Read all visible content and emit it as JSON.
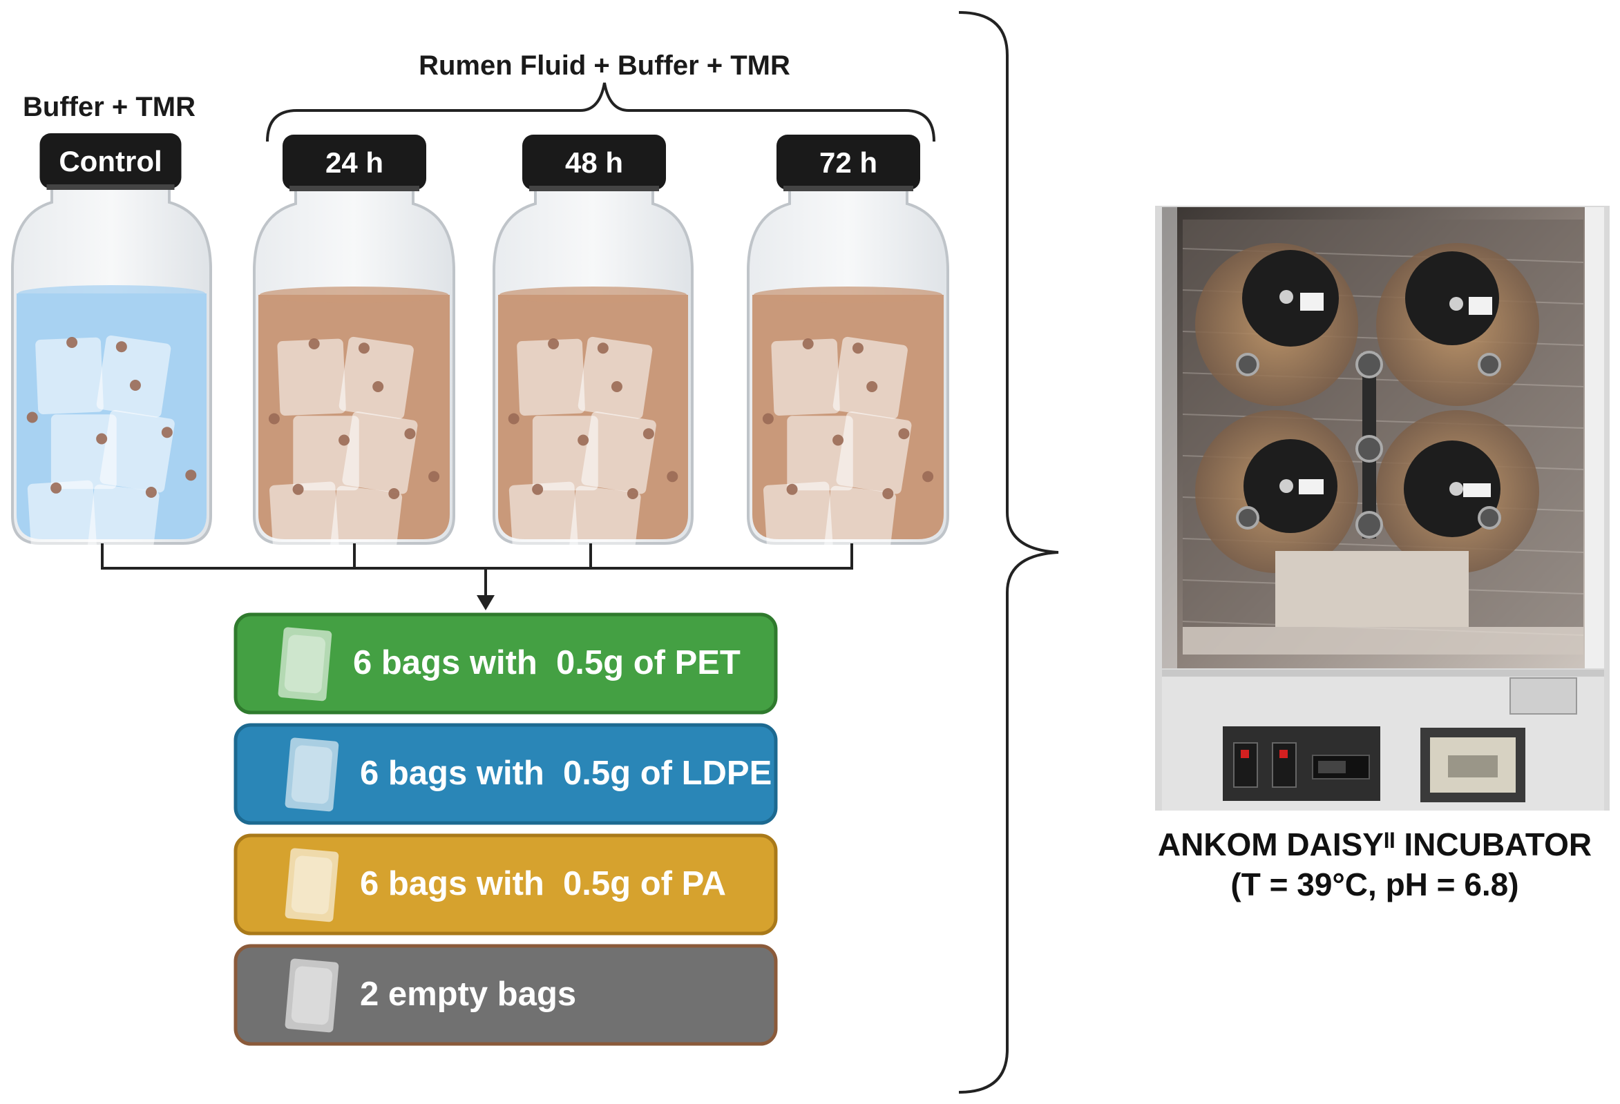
{
  "labels": {
    "top_group": "Rumen Fluid + Buffer + TMR",
    "control_group": "Buffer + TMR"
  },
  "bottles": [
    {
      "cap": "Control",
      "liquid": "buffer"
    },
    {
      "cap": "24 h",
      "liquid": "rumen"
    },
    {
      "cap": "48 h",
      "liquid": "rumen"
    },
    {
      "cap": "72 h",
      "liquid": "rumen"
    }
  ],
  "bags": [
    {
      "label": "6 bags with  0.5g of PET",
      "color": "#44a043",
      "border": "#2f7a2d"
    },
    {
      "label": "6 bags with  0.5g of LDPE",
      "color": "#2a86b7",
      "border": "#1c6990"
    },
    {
      "label": "6 bags with  0.5g of PA",
      "color": "#d6a22e",
      "border": "#a97919"
    },
    {
      "label": "2 empty bags",
      "color": "#717171",
      "border": "#8a5a3a"
    }
  ],
  "incubator": {
    "name": "ANKOM DAISYᴵᴵ INCUBATOR",
    "conditions": "(T = 39°C, pH = 6.8)"
  },
  "colors": {
    "buffer_liquid": "#a8d2f2",
    "rumen_liquid": "#c9997a",
    "cap": "#1a1a1a"
  }
}
